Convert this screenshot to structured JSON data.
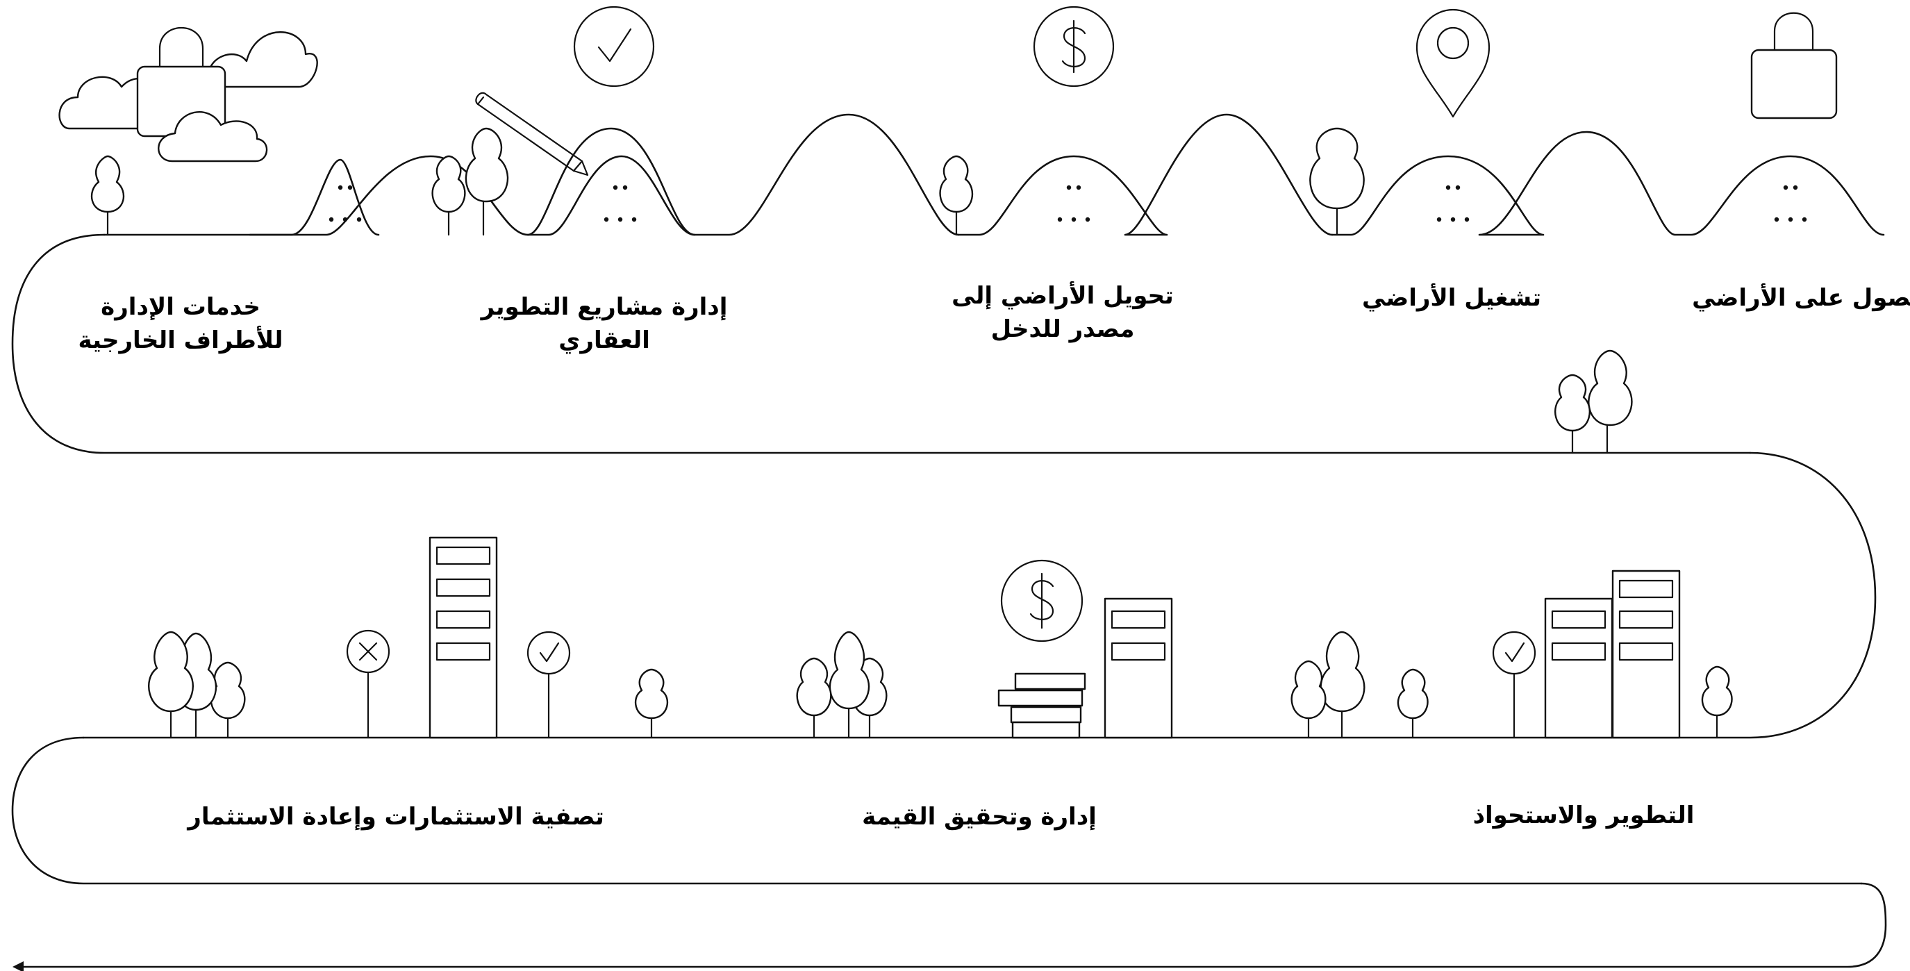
{
  "stages": [
    {
      "id": "land-acquisition",
      "label": "الحصول على الأراضي"
    },
    {
      "id": "land-operation",
      "label": "تشغيل الأراضي"
    },
    {
      "id": "land-to-income",
      "label": "تحويل الأراضي إلى\nمصدر للدخل"
    },
    {
      "id": "project-management",
      "label": "إدارة مشاريع التطوير\nالعقاري"
    },
    {
      "id": "third-party-services",
      "label": "خدمات الإدارة\nللأطراف الخارجية"
    },
    {
      "id": "development-acquisition",
      "label": "التطوير والاستحواذ"
    },
    {
      "id": "value-management",
      "label": "إدارة وتحقيق القيمة"
    },
    {
      "id": "liquidation-reinvestment",
      "label": "تصفية الاستثمارات وإعادة الاستثمار"
    }
  ],
  "icons": [
    "lock-icon",
    "location-pin-icon",
    "dollar-icon",
    "check-icon",
    "pencil-icon",
    "cloud-icon",
    "tree-icon",
    "building-icon",
    "x-icon",
    "coin-stack-icon"
  ],
  "colors": {
    "line": "#111111",
    "background": "#ffffff"
  }
}
